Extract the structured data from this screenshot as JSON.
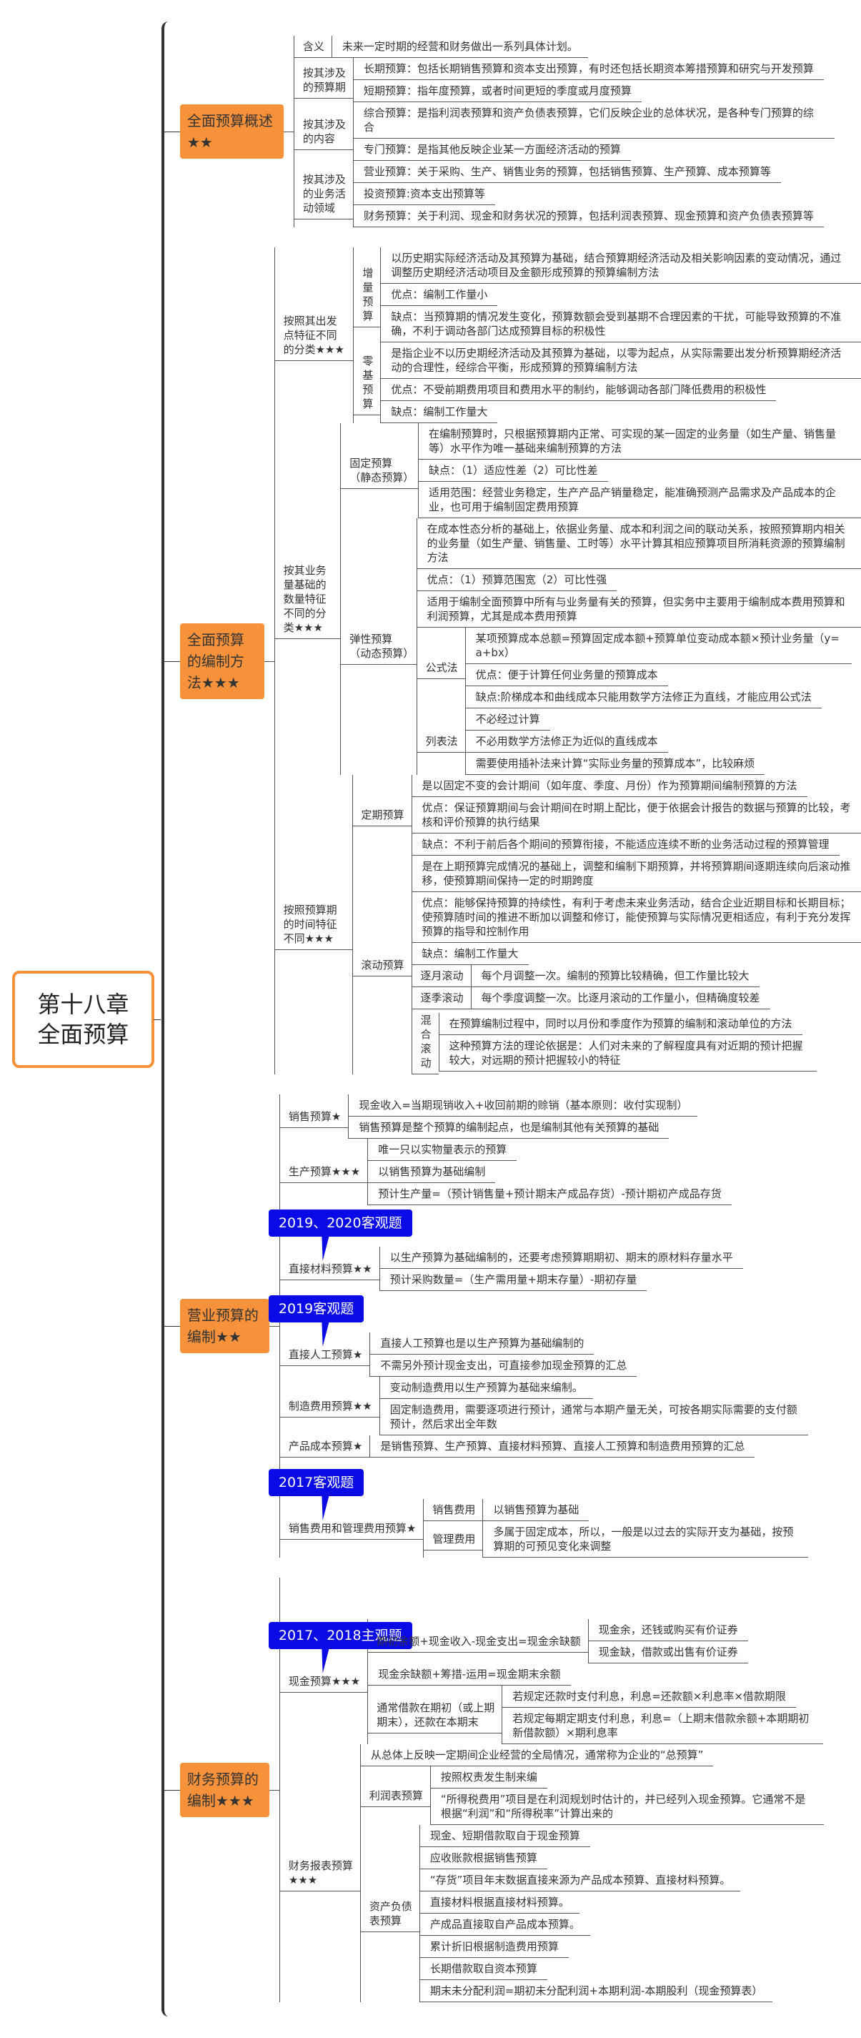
{
  "tree": {
    "text": "第十八章 全面预算",
    "children": [
      {
        "text": "全面预算概述★★",
        "children": [
          {
            "text": "含义",
            "children": [
              {
                "text": "未来一定时期的经营和财务做出一系列具体计划。"
              }
            ]
          },
          {
            "text": "按其涉及的预算期",
            "children": [
              {
                "text": "长期预算：包括长期销售预算和资本支出预算，有时还包括长期资本筹措预算和研究与开发预算"
              },
              {
                "text": "短期预算：指年度预算，或者时间更短的季度或月度预算"
              }
            ]
          },
          {
            "text": "按其涉及的内容",
            "children": [
              {
                "text": "综合预算：是指利润表预算和资产负债表预算，它们反映企业的总体状况，是各种专门预算的综合"
              },
              {
                "text": "专门预算：是指其他反映企业某一方面经济活动的预算"
              }
            ]
          },
          {
            "text": "按其涉及的业务活动领域",
            "children": [
              {
                "text": "营业预算：关于采购、生产、销售业务的预算，包括销售预算、生产预算、成本预算等"
              },
              {
                "text": "投资预算:资本支出预算等"
              },
              {
                "text": "财务预算：关于利润、现金和财务状况的预算，包括利润表预算、现金预算和资产负债表预算等"
              }
            ]
          }
        ]
      },
      {
        "text": "全面预算的编制方法★★★",
        "children": [
          {
            "text": "按照其出发点特征不同的分类★★★",
            "children": [
              {
                "text": "增量预算",
                "children": [
                  {
                    "text": "以历史期实际经济活动及其预算为基础，结合预算期经济活动及相关影响因素的变动情况，通过调整历史期经济活动项目及金额形成预算的预算编制方法"
                  },
                  {
                    "text": "优点：编制工作量小"
                  },
                  {
                    "text": "缺点：当预算期的情况发生变化，预算数额会受到基期不合理因素的干扰，可能导致预算的不准确，不利于调动各部门达成预算目标的积极性"
                  }
                ]
              },
              {
                "text": "零基预算",
                "children": [
                  {
                    "text": "是指企业不以历史期经济活动及其预算为基础，以零为起点，从实际需要出发分析预算期经济活动的合理性，经综合平衡，形成预算的预算编制方法"
                  },
                  {
                    "text": "优点：不受前期费用项目和费用水平的制约，能够调动各部门降低费用的积极性"
                  },
                  {
                    "text": "缺点：编制工作量大"
                  }
                ]
              }
            ]
          },
          {
            "text": "按其业务量基础的数量特征不同的分类★★★",
            "children": [
              {
                "text": "固定预算（静态预算）",
                "children": [
                  {
                    "text": "在编制预算时，只根据预算期内正常、可实现的某一固定的业务量（如生产量、销售量等）水平作为唯一基础来编制预算的方法"
                  },
                  {
                    "text": "缺点：（1）适应性差（2）可比性差"
                  },
                  {
                    "text": "适用范围：经营业务稳定，生产产品产销量稳定，能准确预测产品需求及产品成本的企业，也可用于编制固定费用预算"
                  }
                ]
              },
              {
                "text": "弹性预算（动态预算）",
                "children": [
                  {
                    "text": "在成本性态分析的基础上，依据业务量、成本和利润之间的联动关系，按照预算期内相关的业务量（如生产量、销售量、工时等）水平计算其相应预算项目所消耗资源的预算编制方法"
                  },
                  {
                    "text": "优点：（1）预算范围宽（2）可比性强"
                  },
                  {
                    "text": "适用于编制全面预算中所有与业务量有关的预算，但实务中主要用于编制成本费用预算和利润预算，尤其是成本费用预算"
                  },
                  {
                    "text": "公式法",
                    "children": [
                      {
                        "text": "某项预算成本总额=预算固定成本额+预算单位变动成本额×预计业务量（y=a+bx）"
                      },
                      {
                        "text": "优点：便于计算任何业务量的预算成本"
                      },
                      {
                        "text": "缺点:阶梯成本和曲线成本只能用数学方法修正为直线，才能应用公式法"
                      }
                    ]
                  },
                  {
                    "text": "列表法",
                    "children": [
                      {
                        "text": "不必经过计算"
                      },
                      {
                        "text": "不必用数学方法修正为近似的直线成本"
                      },
                      {
                        "text": "需要使用插补法来计算“实际业务量的预算成本”，比较麻烦"
                      }
                    ]
                  }
                ]
              }
            ]
          },
          {
            "text": "按照预算期的时间特征不同★★★",
            "children": [
              {
                "text": "定期预算",
                "children": [
                  {
                    "text": "是以固定不变的会计期间（如年度、季度、月份）作为预算期间编制预算的方法"
                  },
                  {
                    "text": "优点：保证预算期间与会计期间在时期上配比，便于依据会计报告的数据与预算的比较，考核和评价预算的执行结果"
                  },
                  {
                    "text": "缺点：不利于前后各个期间的预算衔接，不能适应连续不断的业务活动过程的预算管理"
                  }
                ]
              },
              {
                "text": "滚动预算",
                "children": [
                  {
                    "text": "是在上期预算完成情况的基础上，调整和编制下期预算，并将预算期间逐期连续向后滚动推移，使预算期间保持一定的时期跨度"
                  },
                  {
                    "text": "优点：能够保持预算的持续性，有利于考虑未来业务活动，结合企业近期目标和长期目标；使预算随时间的推进不断加以调整和修订，能使预算与实际情况更相适应，有利于充分发挥预算的指导和控制作用"
                  },
                  {
                    "text": "缺点：编制工作量大"
                  },
                  {
                    "text": "逐月滚动",
                    "children": [
                      {
                        "text": "每个月调整一次。编制的预算比较精确，但工作量比较大"
                      }
                    ]
                  },
                  {
                    "text": "逐季滚动",
                    "children": [
                      {
                        "text": "每个季度调整一次。比逐月滚动的工作量小，但精确度较差"
                      }
                    ]
                  },
                  {
                    "text": "混合滚动",
                    "children": [
                      {
                        "text": "在预算编制过程中，同时以月份和季度作为预算的编制和滚动单位的方法"
                      },
                      {
                        "text": "这种预算方法的理论依据是：人们对未来的了解程度具有对近期的预计把握较大，对远期的预计把握较小的特征"
                      }
                    ]
                  }
                ]
              }
            ]
          }
        ]
      },
      {
        "text": "营业预算的编制★★",
        "children": [
          {
            "text": "销售预算★",
            "children": [
              {
                "text": "现金收入=当期现销收入+收回前期的赊销（基本原则：收付实现制）"
              },
              {
                "text": "销售预算是整个预算的编制起点，也是编制其他有关预算的基础"
              }
            ]
          },
          {
            "text": "生产预算★★★",
            "children": [
              {
                "text": "唯一只以实物量表示的预算"
              },
              {
                "text": "以销售预算为基础编制"
              },
              {
                "text": "预计生产量=（预计销售量+预计期末产成品存货）-预计期初产成品存货"
              }
            ]
          },
          {
            "text": "直接材料预算★★",
            "callout": "2019、2020客观题",
            "children": [
              {
                "text": "以生产预算为基础编制的，还要考虑预算期期初、期末的原材料存量水平"
              },
              {
                "text": "预计采购数量=（生产需用量+期末存量）-期初存量"
              }
            ]
          },
          {
            "text": "直接人工预算★",
            "callout": "2019客观题",
            "children": [
              {
                "text": "直接人工预算也是以生产预算为基础编制的"
              },
              {
                "text": "不需另外预计现金支出，可直接参加现金预算的汇总"
              }
            ]
          },
          {
            "text": "制造费用预算★★",
            "children": [
              {
                "text": "变动制造费用以生产预算为基础来编制。"
              },
              {
                "text": "固定制造费用，需要逐项进行预计，通常与本期产量无关，可按各期实际需要的支付额预计，然后求出全年数"
              }
            ]
          },
          {
            "text": "产品成本预算★",
            "children": [
              {
                "text": "是销售预算、生产预算、直接材料预算、直接人工预算和制造费用预算的汇总"
              }
            ]
          },
          {
            "text": "销售费用和管理费用预算★",
            "callout": "2017客观题",
            "children": [
              {
                "text": "销售费用",
                "children": [
                  {
                    "text": "以销售预算为基础"
                  }
                ]
              },
              {
                "text": "管理费用",
                "children": [
                  {
                    "text": "多属于固定成本，所以，一般是以过去的实际开支为基础，按预算期的可预见变化来调整"
                  }
                ]
              }
            ]
          }
        ]
      },
      {
        "text": "财务预算的编制★★★",
        "children": [
          {
            "text": "现金预算★★★",
            "callout": "2017、2018主观题",
            "children": [
              {
                "text": "期初余额+现金收入-现金支出=现金余缺额",
                "children": [
                  {
                    "text": "现金余，还钱或购买有价证券"
                  },
                  {
                    "text": "现金缺，借款或出售有价证券"
                  }
                ]
              },
              {
                "text": "现金余缺额+筹措-运用=现金期末余额"
              },
              {
                "text": "通常借款在期初（或上期期末），还款在本期末",
                "children": [
                  {
                    "text": "若规定还款时支付利息，利息=还款额×利息率×借款期限"
                  },
                  {
                    "text": "若规定每期定期支付利息，利息=（上期末借款余额+本期期初新借款额）×期利息率"
                  }
                ]
              }
            ]
          },
          {
            "text": "财务报表预算★★★",
            "children": [
              {
                "text": "从总体上反映一定期间企业经营的全局情况，通常称为企业的“总预算”"
              },
              {
                "text": "利润表预算",
                "children": [
                  {
                    "text": "按照权责发生制来编"
                  },
                  {
                    "text": "“所得税费用”项目是在利润规划时估计的，并已经列入现金预算。它通常不是根据“利润”和“所得税率”计算出来的"
                  }
                ]
              },
              {
                "text": "资产负债表预算",
                "children": [
                  {
                    "text": "现金、短期借款取自于现金预算"
                  },
                  {
                    "text": "应收账款根据销售预算"
                  },
                  {
                    "text": "“存货”项目年末数据直接来源为产品成本预算、直接材料预算。"
                  },
                  {
                    "text": "直接材料根据直接材料预算。"
                  },
                  {
                    "text": "产成品直接取自产品成本预算。"
                  },
                  {
                    "text": "累计折旧根据制造费用预算"
                  },
                  {
                    "text": "长期借款取自资本预算"
                  },
                  {
                    "text": "期末未分配利润=期初未分配利润+本期利润-本期股利（现金预算表）"
                  }
                ]
              }
            ]
          }
        ]
      }
    ]
  },
  "colors": {
    "section_box": "#f7923a",
    "root_border": "#f7923a",
    "callout": "#0a0ae8"
  }
}
